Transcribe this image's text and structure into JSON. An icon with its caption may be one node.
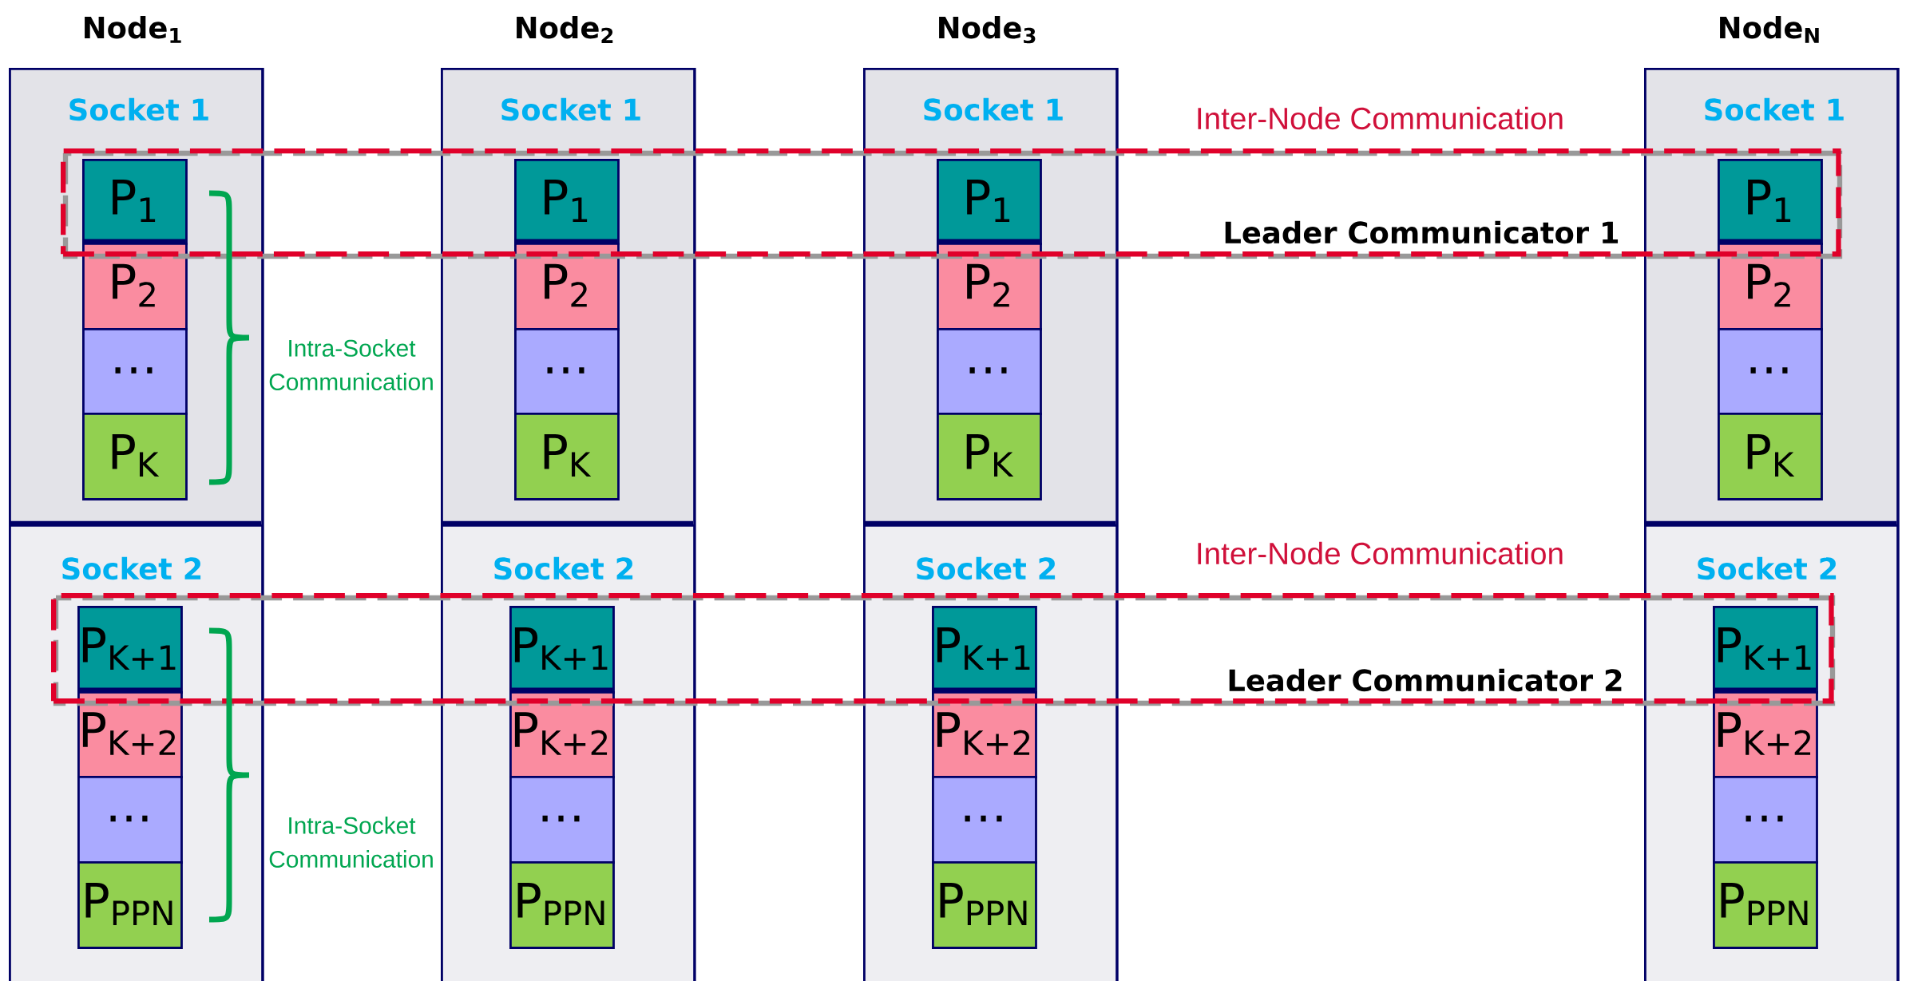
{
  "diagram": {
    "nodes": [
      {
        "text": [
          "Node$_{1}$"
        ]
      },
      {
        "text": [
          "Socket 1"
        ],
        "in": 0
      },
      {
        "text": [
          "P$_{1}$"
        ]
      },
      {
        "text": [
          "P$_{2}$"
        ],
        "in": 1
      },
      {
        "text": [
          "…"
        ],
        "in": 1
      },
      {
        "text": [
          "P$_{K}$"
        ],
        "in": 1
      },
      {
        "text": [
          "Socket 2"
        ],
        "in": 0
      },
      {
        "text": [
          "P$_{K+1}$"
        ]
      },
      {
        "text": [
          "P$_{K+2}$"
        ],
        "in": 6
      },
      {
        "text": [
          "…"
        ],
        "in": 6
      },
      {
        "text": [
          "P$_{PPN}$"
        ],
        "in": 6
      },
      {
        "text": [
          "Node$_{2}$"
        ]
      },
      {
        "text": [
          "Socket 1"
        ],
        "in": 11
      },
      {
        "text": [
          "P$_{1}$"
        ]
      },
      {
        "text": [
          "P$_{2}$"
        ],
        "in": 12
      },
      {
        "text": [
          "…"
        ],
        "in": 12
      },
      {
        "text": [
          "P$_{K}$"
        ],
        "in": 12
      },
      {
        "text": [
          "Socket 2"
        ],
        "in": 11
      },
      {
        "text": [
          "P$_{K+1}$"
        ]
      },
      {
        "text": [
          "P$_{K+2}$"
        ],
        "in": 17
      },
      {
        "text": [
          "…"
        ],
        "in": 17
      },
      {
        "text": [
          "P$_{PPN}$"
        ],
        "in": 17
      },
      {
        "text": [
          "Node$_{3}$"
        ]
      },
      {
        "text": [
          "Socket 1"
        ],
        "in": 22
      },
      {
        "text": [
          "P$_{1}$"
        ]
      },
      {
        "text": [
          "P$_{2}$"
        ],
        "in": 23
      },
      {
        "text": [
          "…"
        ],
        "in": 23
      },
      {
        "text": [
          "P$_{K}$"
        ],
        "in": 23
      },
      {
        "text": [
          "Socket 2"
        ],
        "in": 22
      },
      {
        "text": [
          "P$_{K+1}$"
        ]
      },
      {
        "text": [
          "P$_{K+2}$"
        ],
        "in": 28
      },
      {
        "text": [
          "…"
        ],
        "in": 28
      },
      {
        "text": [
          "P$_{PPN}$"
        ],
        "in": 28
      },
      {
        "text": [
          "Node$_{N}$"
        ]
      },
      {
        "text": [
          "Socket 1"
        ],
        "in": 33
      },
      {
        "text": [
          "P$_{1}$"
        ]
      },
      {
        "text": [
          "P$_{2}$"
        ],
        "in": 34
      },
      {
        "text": [
          "…"
        ],
        "in": 34
      },
      {
        "text": [
          "P$_{K}$"
        ],
        "in": 34
      },
      {
        "text": [
          "Socket 2"
        ],
        "in": 33
      },
      {
        "text": [
          "P$_{K+1}$"
        ]
      },
      {
        "text": [
          "P$_{K+2}$"
        ],
        "in": 39
      },
      {
        "text": [
          "…"
        ],
        "in": 39
      },
      {
        "text": [
          "P$_{PPN}$"
        ],
        "in": 39
      },
      {
        "text": [
          "Inter-Node Communication",
          "Leader Communicator 1"
        ]
      },
      {
        "text": [
          "Inter-Node Communication",
          "Leader Communicator 2"
        ]
      }
    ],
    "labels": [
      "Intra-Socket Communication",
      "Intra-Socket Communication"
    ]
  }
}
